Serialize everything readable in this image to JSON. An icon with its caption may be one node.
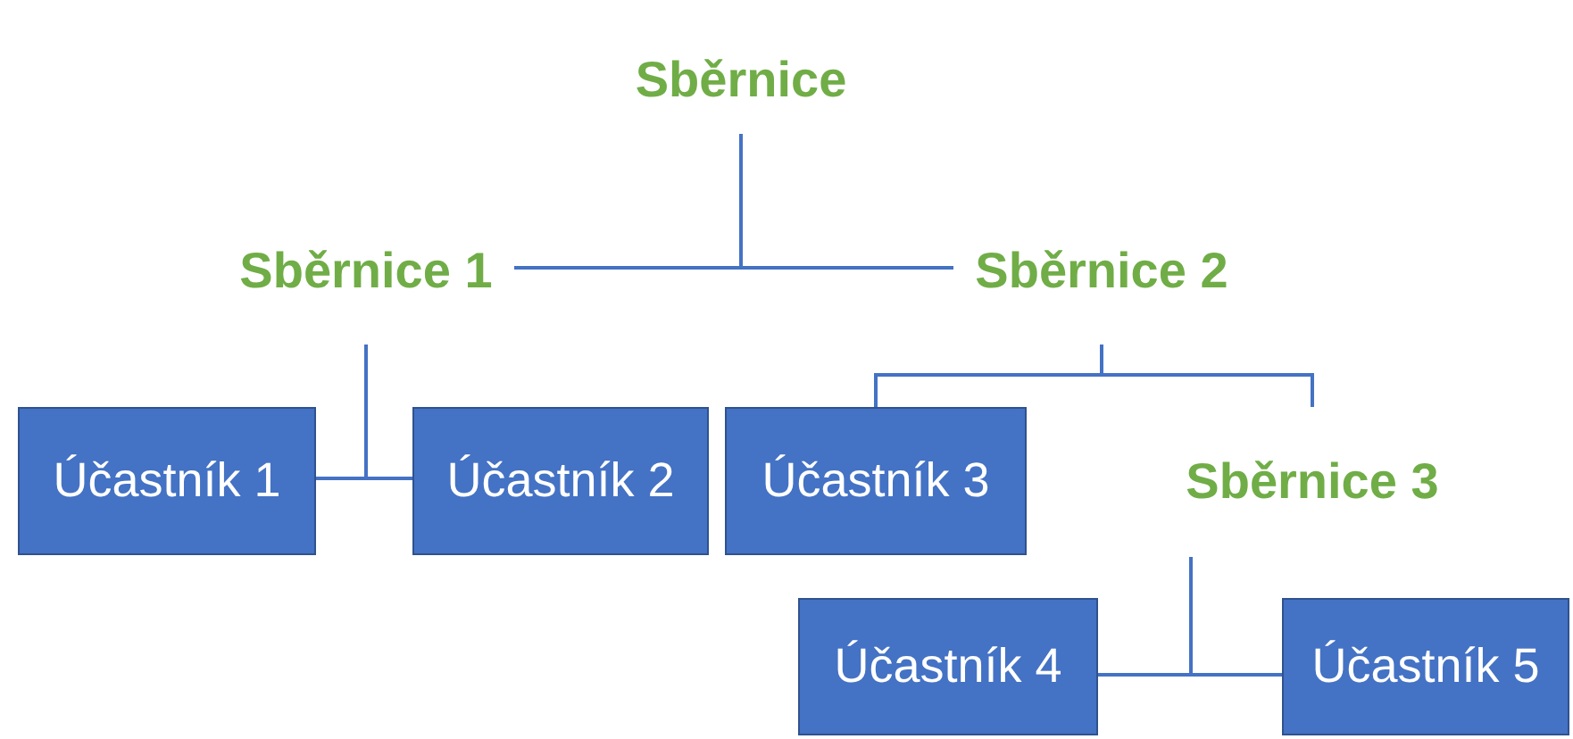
{
  "diagram": {
    "nodes": [
      {
        "text": [
          "Sběrnice"
        ]
      },
      {
        "text": [
          "Sběrnice 1"
        ]
      },
      {
        "text": [
          "Sběrnice 2"
        ]
      },
      {
        "text": [
          "Účastník 1"
        ]
      },
      {
        "text": [
          "Účastník 2"
        ]
      },
      {
        "text": [
          "Účastník 3"
        ]
      },
      {
        "text": [
          "Sběrnice 3"
        ]
      },
      {
        "text": [
          "Účastník 4"
        ]
      },
      {
        "text": [
          "Účastník 5"
        ]
      }
    ],
    "edges": [
      {
        "from": 0,
        "to": 1,
        "arrow": "none"
      },
      {
        "from": 0,
        "to": 2,
        "arrow": "none"
      },
      {
        "from": 1,
        "to": 3,
        "arrow": "none"
      },
      {
        "from": 1,
        "to": 4,
        "arrow": "none"
      },
      {
        "from": 2,
        "to": 5,
        "arrow": "none"
      },
      {
        "from": 2,
        "to": 6,
        "arrow": "none"
      },
      {
        "from": 6,
        "to": 7,
        "arrow": "none"
      },
      {
        "from": 6,
        "to": 8,
        "arrow": "none"
      }
    ]
  }
}
